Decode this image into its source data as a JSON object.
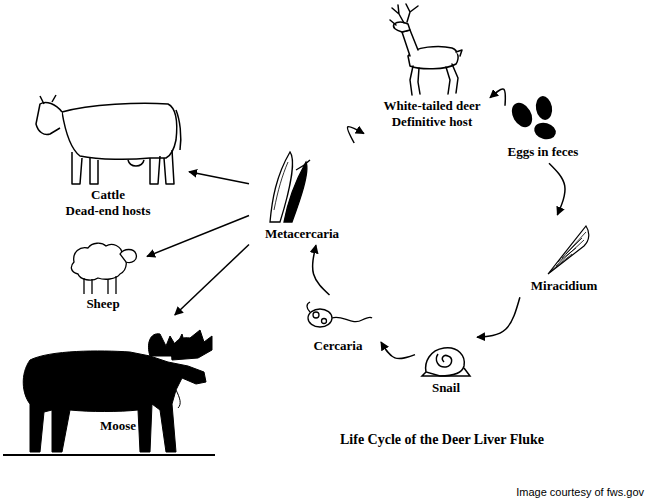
{
  "diagram": {
    "title": "Life Cycle of the Deer Liver Fluke",
    "caption": "Image courtesy of fws.gov",
    "nodes": [
      {
        "text": [
          "White-tailed deer",
          "Definitive host"
        ]
      },
      {
        "text": [
          "Eggs in feces"
        ]
      },
      {
        "text": [
          "Miracidium"
        ]
      },
      {
        "text": [
          "Snail"
        ]
      },
      {
        "text": [
          "Cercaria"
        ]
      },
      {
        "text": [
          "Metacercaria"
        ]
      },
      {
        "text": [
          "Cattle",
          "Dead-end hosts"
        ]
      },
      {
        "text": [
          "Sheep"
        ]
      },
      {
        "text": [
          "Moose"
        ]
      }
    ],
    "edges": [
      {
        "from": 0,
        "to": 1,
        "arrow": "to"
      },
      {
        "from": 1,
        "to": 2,
        "arrow": "to"
      },
      {
        "from": 2,
        "to": 3,
        "arrow": "to"
      },
      {
        "from": 3,
        "to": 4,
        "arrow": "to"
      },
      {
        "from": 4,
        "to": 5,
        "arrow": "to"
      },
      {
        "from": 5,
        "to": 0,
        "arrow": "to"
      },
      {
        "from": 5,
        "to": 6,
        "arrow": "to"
      },
      {
        "from": 5,
        "to": 7,
        "arrow": "to"
      },
      {
        "from": 5,
        "to": 8,
        "arrow": "to"
      }
    ]
  }
}
